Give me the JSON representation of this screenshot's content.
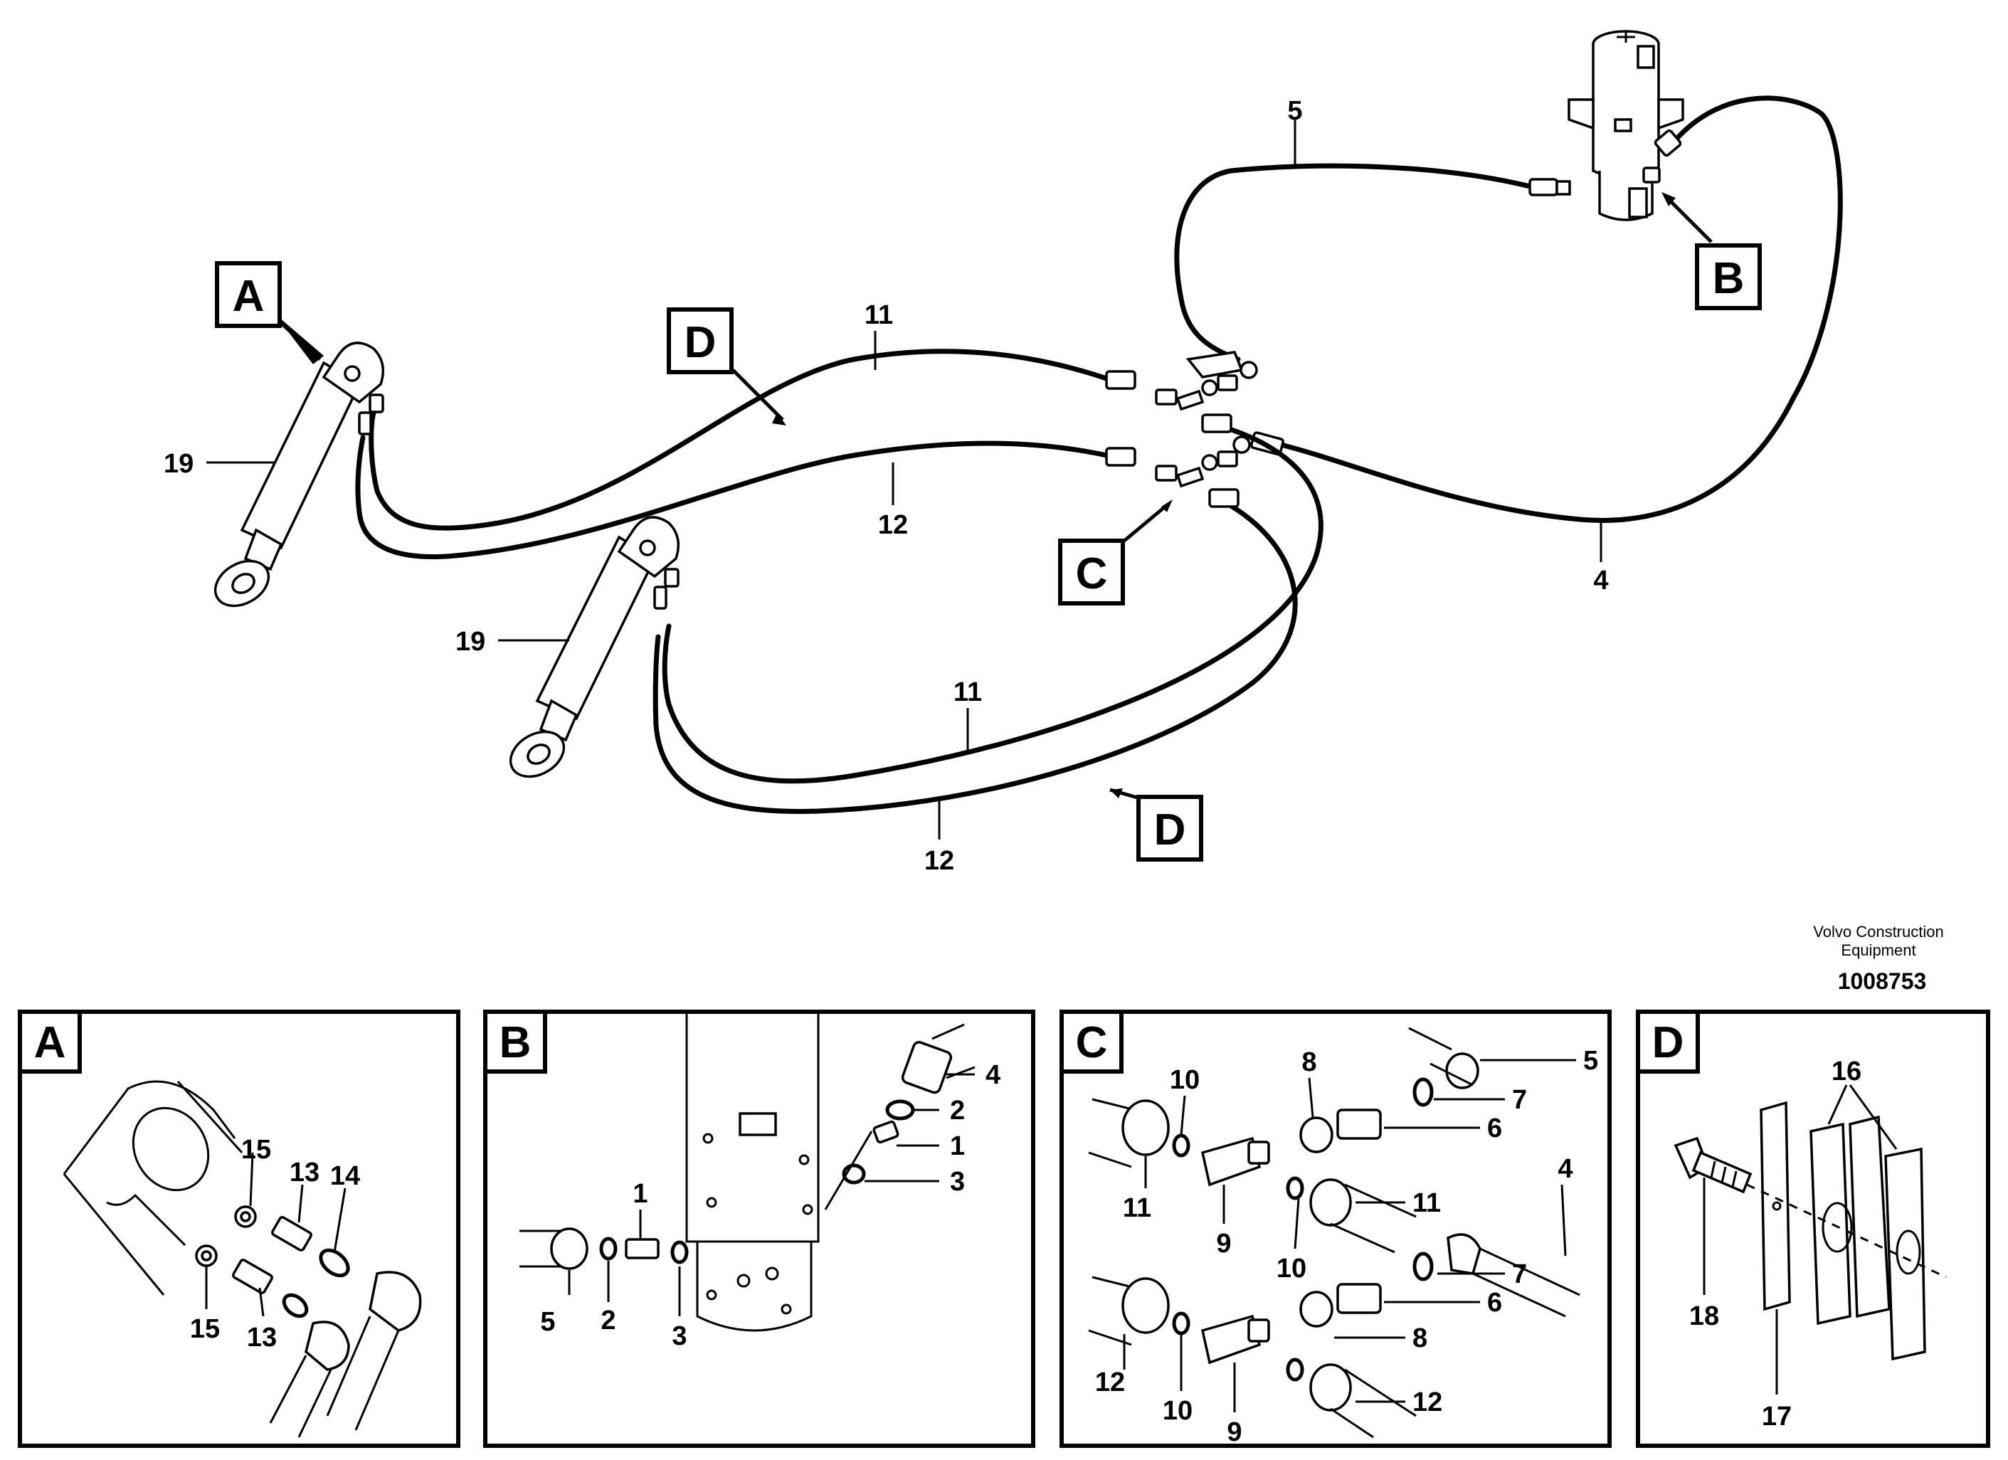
{
  "publisher": {
    "line1": "Volvo Construction",
    "line2": "Equipment"
  },
  "doc_number": "1008753",
  "callouts": {
    "a": "A",
    "b": "B",
    "c": "C",
    "d_upper": "D",
    "d_lower": "D"
  },
  "main_labels": {
    "hose_5": "5",
    "hose_4": "4",
    "hose_11_upper": "11",
    "hose_12_upper": "12",
    "hose_11_lower": "11",
    "hose_12_lower": "12",
    "cylinder_19_upper": "19",
    "cylinder_19_lower": "19"
  },
  "detail_a": {
    "title": "A",
    "labels": {
      "p15a": "15",
      "p13a": "13",
      "p14": "14",
      "p15b": "15",
      "p13b": "13"
    }
  },
  "detail_b": {
    "title": "B",
    "labels": {
      "p4": "4",
      "p2a": "2",
      "p1a": "1",
      "p3a": "3",
      "p1b": "1",
      "p5": "5",
      "p2b": "2",
      "p3b": "3"
    }
  },
  "detail_c": {
    "title": "C",
    "labels": {
      "p8a": "8",
      "p5": "5",
      "p10a": "10",
      "p7a": "7",
      "p6a": "6",
      "p11a": "11",
      "p9a": "9",
      "p11b": "11",
      "p10b": "10",
      "p4": "4",
      "p7b": "7",
      "p6b": "6",
      "p8b": "8",
      "p12a": "12",
      "p10c": "10",
      "p12b": "12",
      "p9b": "9"
    }
  },
  "detail_d": {
    "title": "D",
    "labels": {
      "p16": "16",
      "p18": "18",
      "p17": "17"
    }
  }
}
